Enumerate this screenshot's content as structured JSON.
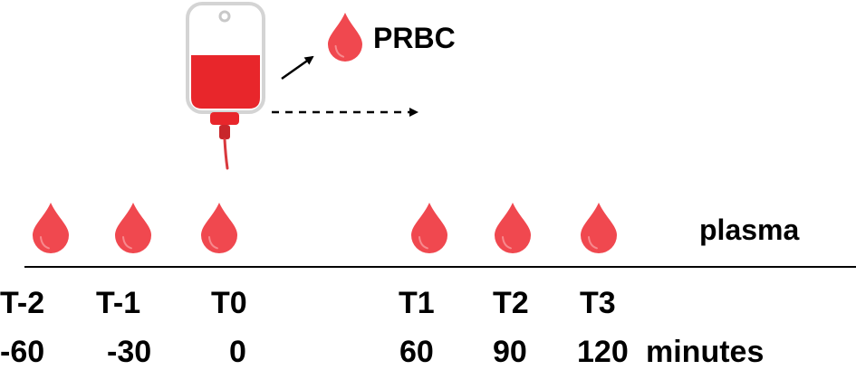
{
  "labels": {
    "prbc": "PRBC",
    "plasma": "plasma",
    "units": "minutes"
  },
  "timepoints": [
    {
      "name": "T-2",
      "minutes": "-60"
    },
    {
      "name": "T-1",
      "minutes": "-30"
    },
    {
      "name": "T0",
      "minutes": "0"
    },
    {
      "name": "T1",
      "minutes": "60"
    },
    {
      "name": "T2",
      "minutes": "90"
    },
    {
      "name": "T3",
      "minutes": "120"
    }
  ],
  "icons": {
    "bag": "blood-bag-icon",
    "drop": "blood-drop-icon"
  },
  "colors": {
    "drop": "#f0484f",
    "bag_blood": "#e8262b",
    "bag_outline": "#d1d1d1",
    "tube": "#c8262b"
  }
}
